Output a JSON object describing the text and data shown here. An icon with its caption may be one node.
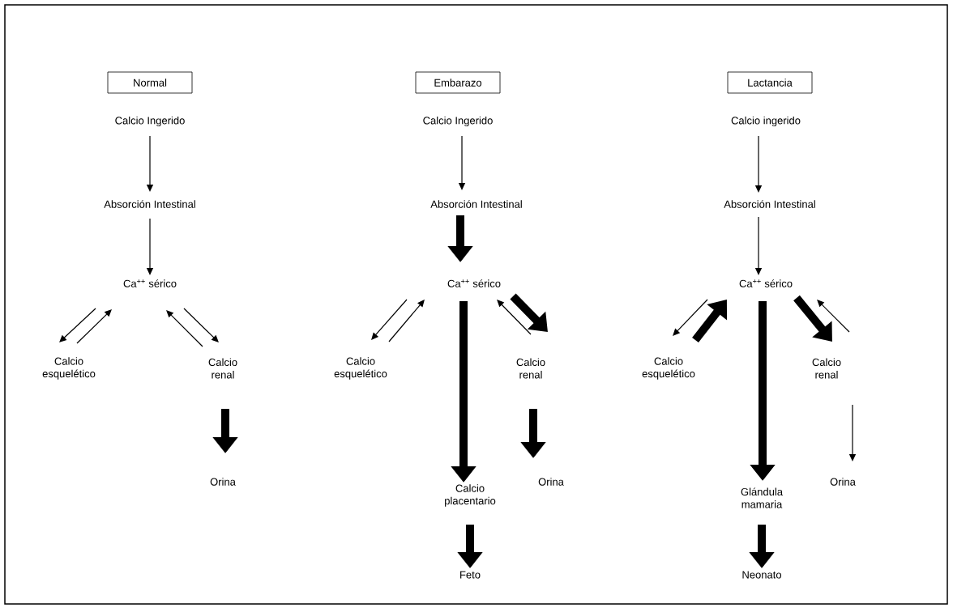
{
  "diagram": {
    "nodes": [
      {
        "text": [
          "Normal"
        ]
      },
      {
        "text": [
          "Calcio Ingerido"
        ]
      },
      {
        "text": [
          "Absorción Intestinal"
        ]
      },
      {
        "text": [
          "Ca$^{++}$ sérico"
        ]
      },
      {
        "text": [
          "Calcio esquelético"
        ]
      },
      {
        "text": [
          "Calcio renal"
        ]
      },
      {
        "text": [
          "Orina"
        ]
      },
      {
        "text": [
          "Embarazo"
        ]
      },
      {
        "text": [
          "Calcio Ingerido"
        ]
      },
      {
        "text": [
          "Absorción Intestinal"
        ]
      },
      {
        "text": [
          "Ca$^{++}$ sérico"
        ]
      },
      {
        "text": [
          "Calcio esquelético"
        ]
      },
      {
        "text": [
          "Calcio renal"
        ]
      },
      {
        "text": [
          "Calcio placentario"
        ]
      },
      {
        "text": [
          "Orina"
        ]
      },
      {
        "text": [
          "Feto"
        ]
      },
      {
        "text": [
          "Lactancia"
        ]
      },
      {
        "text": [
          "Calcio ingerido"
        ]
      },
      {
        "text": [
          "Absorción Intestinal"
        ]
      },
      {
        "text": [
          "Ca$^{++}$ sérico"
        ]
      },
      {
        "text": [
          "Calcio esquelético"
        ]
      },
      {
        "text": [
          "Calcio renal"
        ]
      },
      {
        "text": [
          "Glándula mamaria"
        ]
      },
      {
        "text": [
          "Orina"
        ]
      },
      {
        "text": [
          "Neonato"
        ]
      }
    ],
    "edges": [
      {
        "from": 1,
        "to": 2,
        "arrow": "to"
      },
      {
        "from": 2,
        "to": 3,
        "arrow": "to"
      },
      {
        "from": 3,
        "to": 4,
        "arrow": "to"
      },
      {
        "from": 4,
        "to": 3,
        "arrow": "to"
      },
      {
        "from": 3,
        "to": 5,
        "arrow": "to"
      },
      {
        "from": 5,
        "to": 3,
        "arrow": "to"
      },
      {
        "from": 5,
        "to": 6,
        "arrow": "to",
        "style": "thick"
      },
      {
        "from": 8,
        "to": 9,
        "arrow": "to"
      },
      {
        "from": 9,
        "to": 10,
        "arrow": "to",
        "style": "thick"
      },
      {
        "from": 10,
        "to": 11,
        "arrow": "to"
      },
      {
        "from": 11,
        "to": 10,
        "arrow": "to"
      },
      {
        "from": 10,
        "to": 12,
        "arrow": "to",
        "style": "thick"
      },
      {
        "from": 12,
        "to": 10,
        "arrow": "to"
      },
      {
        "from": 10,
        "to": 13,
        "arrow": "to",
        "style": "thick"
      },
      {
        "from": 12,
        "to": 14,
        "arrow": "to",
        "style": "thick"
      },
      {
        "from": 13,
        "to": 15,
        "arrow": "to",
        "style": "thick"
      },
      {
        "from": 17,
        "to": 18,
        "arrow": "to"
      },
      {
        "from": 18,
        "to": 19,
        "arrow": "to"
      },
      {
        "from": 19,
        "to": 20,
        "arrow": "to"
      },
      {
        "from": 20,
        "to": 19,
        "arrow": "to",
        "style": "thick"
      },
      {
        "from": 19,
        "to": 21,
        "arrow": "to",
        "style": "thick"
      },
      {
        "from": 21,
        "to": 19,
        "arrow": "to"
      },
      {
        "from": 19,
        "to": 22,
        "arrow": "to",
        "style": "thick"
      },
      {
        "from": 21,
        "to": 23,
        "arrow": "to"
      },
      {
        "from": 22,
        "to": 24,
        "arrow": "to",
        "style": "thick"
      }
    ]
  }
}
